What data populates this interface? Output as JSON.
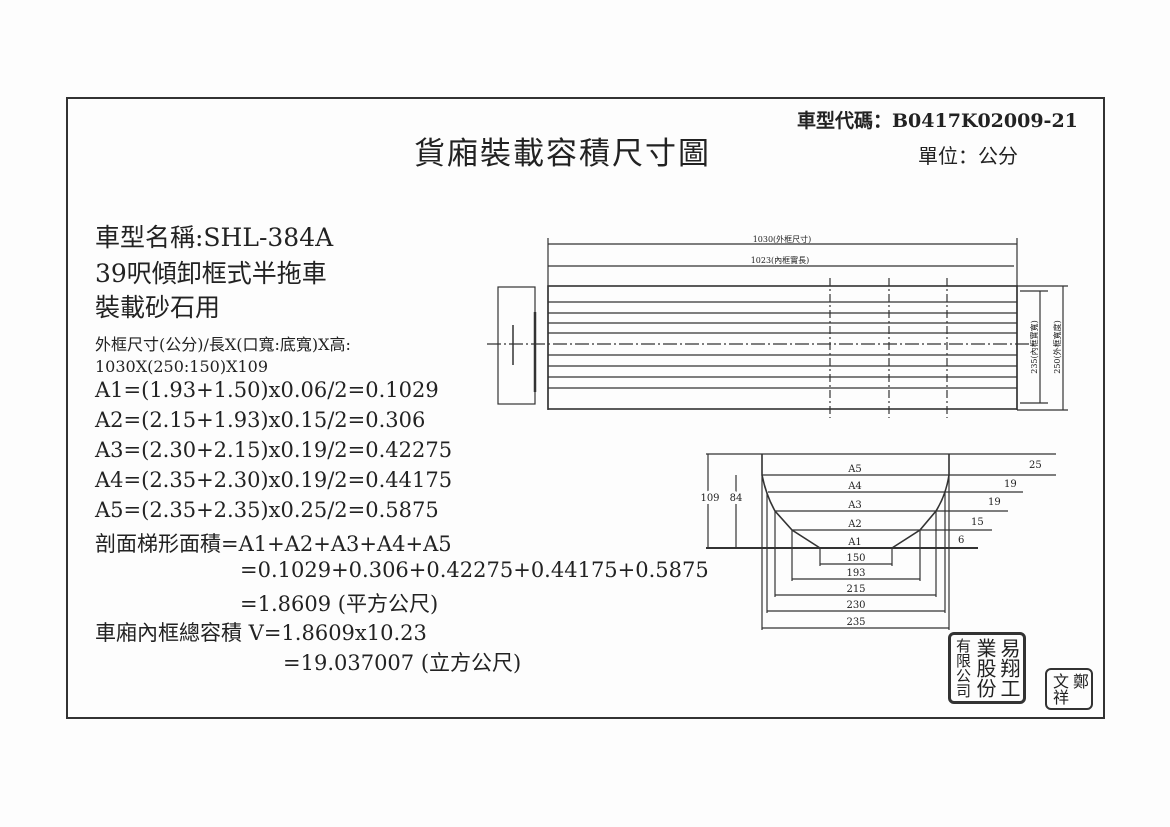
{
  "header": {
    "title": "貨廂裝載容積尺寸圖",
    "vehicle_code": "車型代碼：B0417K02009-21",
    "unit": "單位：公分"
  },
  "specs": {
    "model_name": "車型名稱:SHL-384A",
    "description": "39呎傾卸框式半拖車",
    "usage": "裝載砂石用",
    "outer_dims_label": "外框尺寸(公分)/長X(口寬:底寬)X高:",
    "outer_dims_value": "1030X(250:150)X109",
    "areas": [
      "A1=(1.93+1.50)x0.06/2=0.1029",
      "A2=(2.15+1.93)x0.15/2=0.306",
      "A3=(2.30+2.15)x0.19/2=0.42275",
      "A4=(2.35+2.30)x0.19/2=0.44175",
      "A5=(2.35+2.35)x0.25/2=0.5875"
    ],
    "section_area_formula": "剖面梯形面積=A1+A2+A3+A4+A5",
    "section_area_sum": "=0.1029+0.306+0.42275+0.44175+0.5875",
    "section_area_result": "=1.8609 (平方公尺)",
    "volume_formula": "車廂內框總容積 V=1.8609x10.23",
    "volume_result": "=19.037007 (立方公尺)"
  },
  "top_view": {
    "outer_length": "1030(外框尺寸)",
    "inner_length": "1023(內框實長)",
    "inner_width": "235(內框實寬)",
    "outer_width": "250(外框寬度)"
  },
  "section_view": {
    "layers": [
      "A5",
      "A4",
      "A3",
      "A2",
      "A1"
    ],
    "total_height": "109",
    "inner_height": "84",
    "widths": [
      "150",
      "193",
      "215",
      "230",
      "235"
    ],
    "layer_heights": [
      "25",
      "19",
      "19",
      "15",
      "6"
    ]
  },
  "stamps": {
    "company": "易翔工業股份有限公司",
    "person": "鄭文祥"
  }
}
